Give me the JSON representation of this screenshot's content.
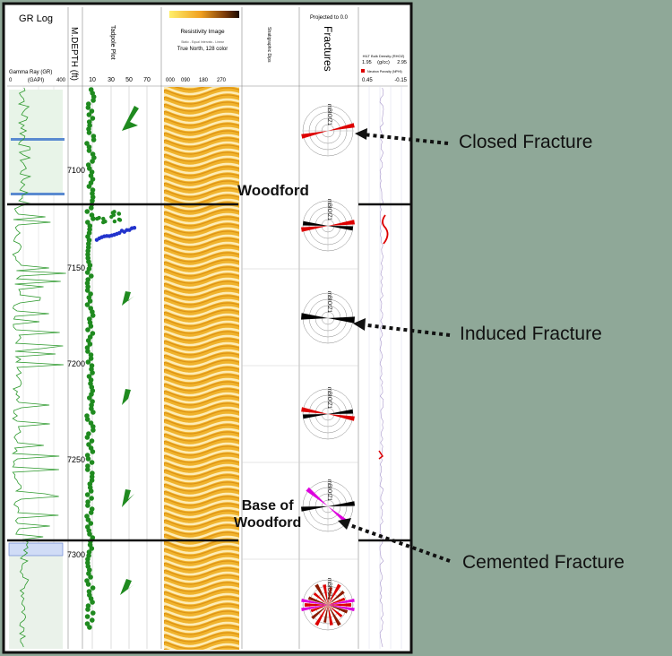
{
  "panels": {
    "gr": {
      "title": "GR Log",
      "curve_label": "Gamma Ray (GR)",
      "scale_left": "0",
      "scale_unit": "(GAPI)",
      "scale_right": "400"
    },
    "depth": {
      "title": "M.DEPTH (ft)",
      "ticks": [
        "7100",
        "7150",
        "7200",
        "7250",
        "7300"
      ]
    },
    "tadpole": {
      "title": "Tadpole Plot",
      "ticks": [
        "10",
        "30",
        "50",
        "70"
      ]
    },
    "image": {
      "title": "Resistivity Image",
      "note": "Static - Equal Intervals - Linear",
      "subtitle": "True North, 128 color",
      "ticks": [
        "000",
        "090",
        "180",
        "270"
      ]
    },
    "strat": {
      "title": "Stratigraphic Dips"
    },
    "fractures": {
      "header": "Projected to 0.0",
      "title": "Fractures",
      "rose_label": "mBIOtZ1"
    },
    "density": {
      "title": "HILT Bulk Density (RHOZ)",
      "scale_left": "1.95",
      "scale_unit": "(g/cc)",
      "scale_right": "2.95",
      "legend": "Neutron Porosity (NPHI)",
      "scale2_left": "0.45",
      "scale2_right": "-0.15"
    }
  },
  "zones": {
    "top": "Woodford",
    "base_line1": "Base of",
    "base_line2": "Woodford"
  },
  "callouts": {
    "closed": "Closed Fracture",
    "induced": "Induced Fracture",
    "cemented": "Cemented Fracture"
  },
  "colors": {
    "background": "#8fa898",
    "tadpole": "#1f8a1f",
    "tadpole_blue": "#2233cc",
    "resistivity_light": "#fde9a0",
    "resistivity_dark": "#e8a21c",
    "open_fracture": "#dd0000",
    "induced_fracture": "#000000",
    "cemented_fracture": "#dd00dd"
  }
}
